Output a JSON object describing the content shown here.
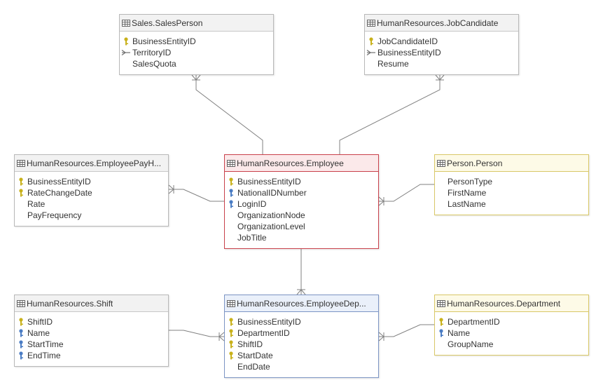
{
  "entities": {
    "sales_person": {
      "title": "Sales.SalesPerson",
      "fields": [
        {
          "name": "BusinessEntityID",
          "key": "pk"
        },
        {
          "name": "TerritoryID",
          "key": "fk"
        },
        {
          "name": "SalesQuota",
          "key": ""
        }
      ]
    },
    "job_candidate": {
      "title": "HumanResources.JobCandidate",
      "fields": [
        {
          "name": "JobCandidateID",
          "key": "pk"
        },
        {
          "name": "BusinessEntityID",
          "key": "fk"
        },
        {
          "name": "Resume",
          "key": ""
        }
      ]
    },
    "employee_pay_history": {
      "title": "HumanResources.EmployeePayH...",
      "fields": [
        {
          "name": "BusinessEntityID",
          "key": "pk"
        },
        {
          "name": "RateChangeDate",
          "key": "pk"
        },
        {
          "name": "Rate",
          "key": ""
        },
        {
          "name": "PayFrequency",
          "key": ""
        }
      ]
    },
    "employee": {
      "title": "HumanResources.Employee",
      "fields": [
        {
          "name": "BusinessEntityID",
          "key": "pk"
        },
        {
          "name": "NationalIDNumber",
          "key": "uk"
        },
        {
          "name": "LoginID",
          "key": "uk"
        },
        {
          "name": "OrganizationNode",
          "key": ""
        },
        {
          "name": "OrganizationLevel",
          "key": ""
        },
        {
          "name": "JobTitle",
          "key": ""
        }
      ]
    },
    "person": {
      "title": "Person.Person",
      "fields": [
        {
          "name": "PersonType",
          "key": ""
        },
        {
          "name": "FirstName",
          "key": ""
        },
        {
          "name": "LastName",
          "key": ""
        }
      ]
    },
    "shift": {
      "title": "HumanResources.Shift",
      "fields": [
        {
          "name": "ShiftID",
          "key": "pk"
        },
        {
          "name": "Name",
          "key": "uk"
        },
        {
          "name": "StartTime",
          "key": "uk"
        },
        {
          "name": "EndTime",
          "key": "uk"
        }
      ]
    },
    "employee_department_history": {
      "title": "HumanResources.EmployeeDep...",
      "fields": [
        {
          "name": "BusinessEntityID",
          "key": "pk"
        },
        {
          "name": "DepartmentID",
          "key": "pk"
        },
        {
          "name": "ShiftID",
          "key": "pk"
        },
        {
          "name": "StartDate",
          "key": "pk"
        },
        {
          "name": "EndDate",
          "key": ""
        }
      ]
    },
    "department": {
      "title": "HumanResources.Department",
      "fields": [
        {
          "name": "DepartmentID",
          "key": "pk"
        },
        {
          "name": "Name",
          "key": "uk"
        },
        {
          "name": "GroupName",
          "key": ""
        }
      ]
    }
  },
  "colors": {
    "line": "#808080",
    "primary_key": "#c8b11b",
    "unique_key": "#4a7cc4",
    "foreign_key": "#707070",
    "employee_border": "#c9414b",
    "employee_department_history_border": "#7c95c4",
    "person_department_border": "#d9c867"
  }
}
